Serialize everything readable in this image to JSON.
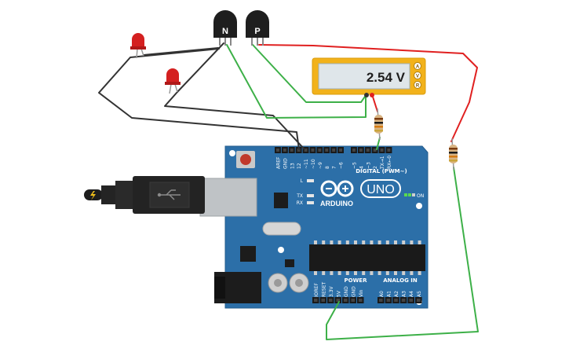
{
  "transistor_n": {
    "label": "N"
  },
  "transistor_p": {
    "label": "P"
  },
  "multimeter": {
    "reading": "2.54 V",
    "mode_buttons": [
      "A",
      "V",
      "R"
    ]
  },
  "arduino": {
    "model_badge": "UNO",
    "brand": "ARDUINO",
    "on_label": "ON",
    "l_label": "L",
    "tx_label": "TX",
    "rx_label": "RX",
    "digital_header": "DIGITAL (PWM~)",
    "power_header": "POWER",
    "analog_header": "ANALOG IN",
    "digital_pins": [
      "AREF",
      "GND",
      "13",
      "12",
      "~11",
      "~10",
      "~9",
      "8",
      "7",
      "~6",
      "~5",
      "4",
      "~3",
      "2",
      "TX→1",
      "RX←0"
    ],
    "power_pins": [
      "IOREF",
      "RESET",
      "3.3V",
      "5V",
      "GND",
      "GND",
      "Vin"
    ],
    "analog_pins": [
      "A0",
      "A1",
      "A2",
      "A3",
      "A4",
      "A5"
    ]
  },
  "colors": {
    "board": "#2c6fa8",
    "board_dark": "#1f5587",
    "wire_green": "#3db048",
    "wire_red": "#e02020",
    "wire_black": "#333333",
    "led_red": "#d42020",
    "multimeter_body": "#f2b21b",
    "multimeter_screen": "#dfe6ea"
  }
}
